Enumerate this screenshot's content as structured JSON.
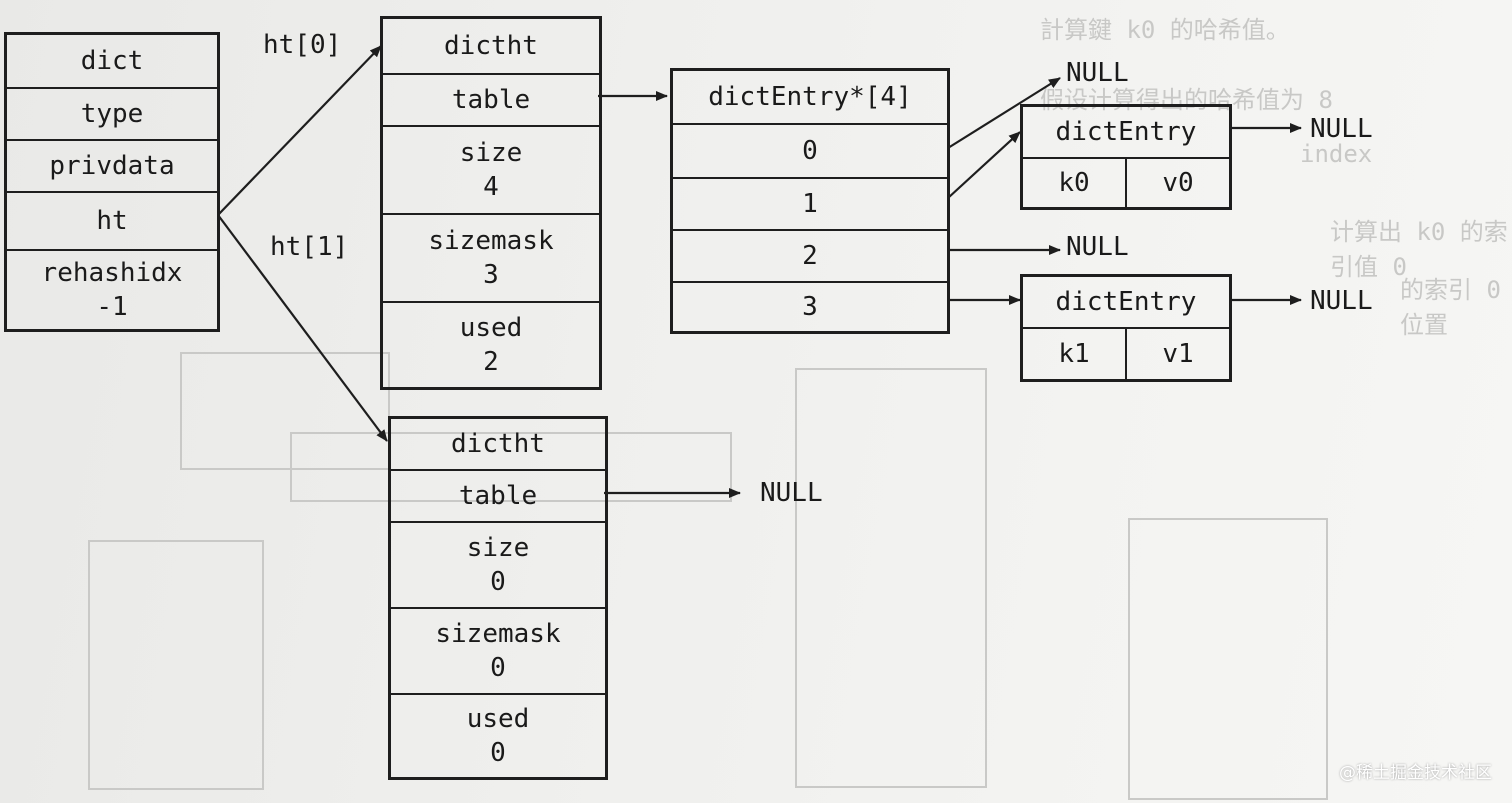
{
  "dict": {
    "rows": [
      "dict",
      "type",
      "privdata",
      "ht",
      "rehashidx",
      "-1"
    ]
  },
  "labels": {
    "ht0": "ht[0]",
    "ht1": "ht[1]",
    "null": "NULL"
  },
  "ht0": {
    "title": "dictht",
    "table": "table",
    "size_label": "size",
    "size_value": "4",
    "sizemask_label": "sizemask",
    "sizemask_value": "3",
    "used_label": "used",
    "used_value": "2"
  },
  "ht1": {
    "title": "dictht",
    "table": "table",
    "size_label": "size",
    "size_value": "0",
    "sizemask_label": "sizemask",
    "sizemask_value": "0",
    "used_label": "used",
    "used_value": "0"
  },
  "table_array": {
    "title": "dictEntry*[4]",
    "slots": [
      "0",
      "1",
      "2",
      "3"
    ]
  },
  "entry0": {
    "title": "dictEntry",
    "key": "k0",
    "value": "v0"
  },
  "entry1": {
    "title": "dictEntry",
    "key": "k1",
    "value": "v1"
  },
  "watermark": "@稀土掘金技术社区"
}
